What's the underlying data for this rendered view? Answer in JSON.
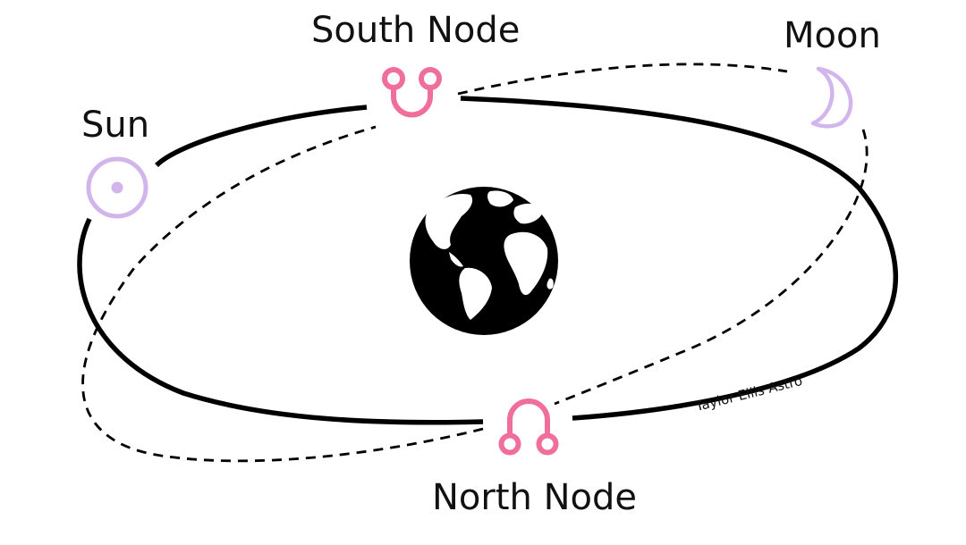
{
  "labels": {
    "south_node": "South Node",
    "moon": "Moon",
    "sun": "Sun",
    "north_node": "North Node"
  },
  "credit": "Taylor Ellis Astro",
  "icons": {
    "earth": "earth-globe-icon",
    "sun": "sun-symbol-icon",
    "moon": "crescent-moon-icon",
    "south_node": "south-node-symbol-icon",
    "north_node": "north-node-symbol-icon"
  },
  "colors": {
    "node_pink": "#f06e9c",
    "lavender": "#d1b5ec",
    "ink": "#000000"
  }
}
